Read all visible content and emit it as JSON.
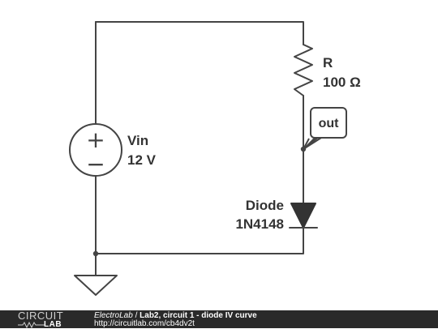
{
  "circuit": {
    "source": {
      "name": "Vin",
      "value": "12 V",
      "plus": "+",
      "minus": "−"
    },
    "resistor": {
      "name": "R",
      "value": "100 Ω"
    },
    "diode": {
      "name": "Diode",
      "value": "1N4148"
    },
    "probe": {
      "label": "out"
    }
  },
  "footer": {
    "logo_top": "CIRCUIT",
    "logo_bottom": "LAB",
    "brand": "ElectroLab",
    "separator": " / ",
    "title": "Lab2, circuit 1 - diode IV curve",
    "url": "http://circuitlab.com/cb4dv2t"
  }
}
